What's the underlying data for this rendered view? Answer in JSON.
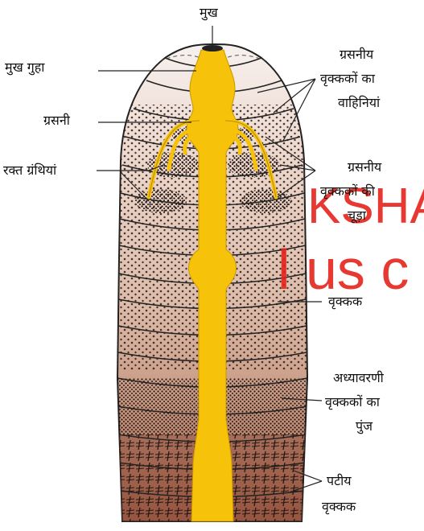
{
  "labels": {
    "mouth": "मुख",
    "buccal_cavity": "मुख गुहा",
    "pharynx": "ग्रसनी",
    "blood_glands": "रक्त ग्रंथियां",
    "pharyngeal_duct_l1": "ग्रसनीय",
    "pharyngeal_duct_l2": "वृक्ककों का",
    "pharyngeal_duct_l3": "वाहिनियां",
    "pharyngeal_tuft_l1": "ग्रसनीय",
    "pharyngeal_tuft_l2": "वृक्ककों की",
    "pharyngeal_tuft_l3": "चूड़ा",
    "nephridia": "वृक्कक",
    "integumentary_l1": "अध्यावरणी",
    "integumentary_l2": "वृक्ककों का",
    "integumentary_l3": "पुंज",
    "septal_l1": "पटीय",
    "septal_l2": "वृक्कक"
  },
  "watermark": {
    "line1": "KSHA",
    "line2": "l us c",
    "color": "#e5231b"
  },
  "colors": {
    "gut": "#f7c20a",
    "body_light": "#f4ebe6",
    "body_mid": "#d8b3a3",
    "body_dark": "#a4604a",
    "outline": "#222222"
  }
}
